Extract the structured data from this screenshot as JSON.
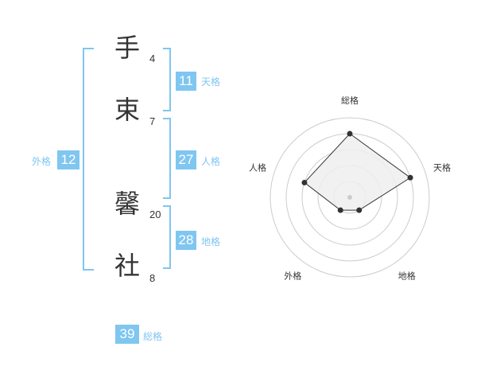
{
  "name": {
    "chars": [
      {
        "char": "手",
        "strokes": "4"
      },
      {
        "char": "束",
        "strokes": "7"
      },
      {
        "char": "馨",
        "strokes": "20"
      },
      {
        "char": "社",
        "strokes": "8"
      }
    ]
  },
  "fortune": {
    "tenkaku": {
      "value": "11",
      "label": "天格"
    },
    "jinkaku": {
      "value": "27",
      "label": "人格"
    },
    "chikaku": {
      "value": "28",
      "label": "地格"
    },
    "gaikaku": {
      "value": "12",
      "label": "外格"
    },
    "soukaku": {
      "value": "39",
      "label": "総格"
    }
  },
  "chart_data": {
    "type": "radar",
    "axes": [
      "総格",
      "天格",
      "地格",
      "外格",
      "人格"
    ],
    "max": 5,
    "rings": 5,
    "values": [
      4,
      4,
      1,
      1,
      3
    ],
    "colors": {
      "fill": "#eeeeee",
      "line": "#333333",
      "ring": "#cccccc",
      "accent": "#7fc6f0"
    }
  }
}
